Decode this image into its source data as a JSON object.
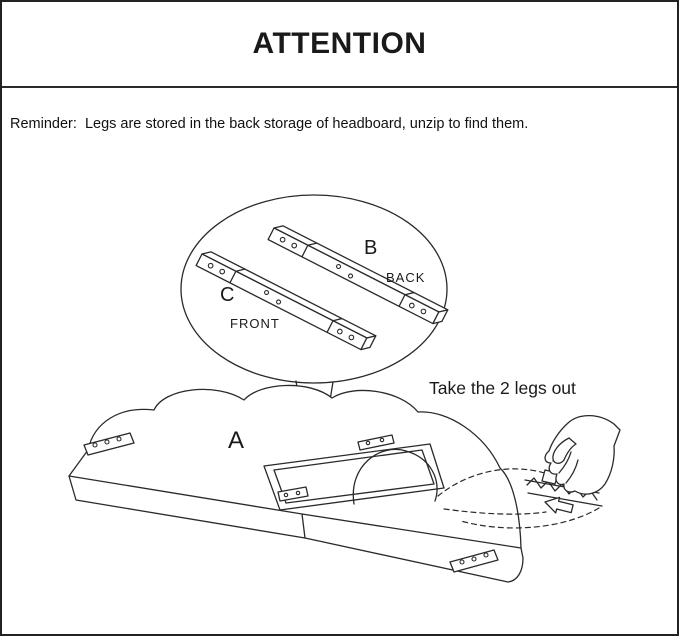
{
  "header": {
    "title": "ATTENTION"
  },
  "reminder": "Reminder:  Legs are stored in the back storage of headboard, unzip to find them.",
  "diagram": {
    "label_a": "A",
    "label_b": "B",
    "label_c": "C",
    "label_back": "BACK",
    "label_front": "FRONT",
    "instruction": "Take the 2 legs out"
  },
  "colors": {
    "ink": "#2a2a2a",
    "background": "#ffffff"
  }
}
